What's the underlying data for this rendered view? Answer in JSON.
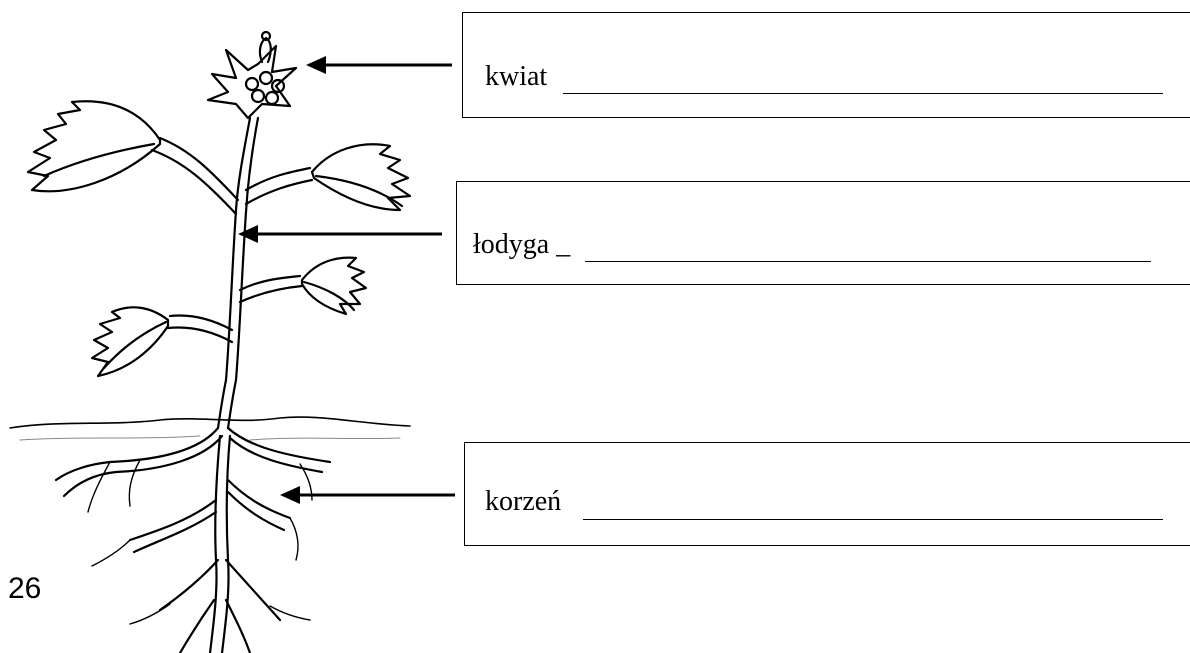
{
  "worksheet": {
    "labels": [
      {
        "id": "flower",
        "text": "kwiat"
      },
      {
        "id": "stem",
        "text": "łodyga _"
      },
      {
        "id": "root",
        "text": "korzeń"
      }
    ],
    "page_number": "26"
  },
  "colors": {
    "ink": "#000000",
    "paper": "#ffffff"
  },
  "illustration": {
    "subject": "plant",
    "parts": [
      "flower",
      "leaves",
      "stem",
      "roots",
      "soil-line"
    ]
  }
}
